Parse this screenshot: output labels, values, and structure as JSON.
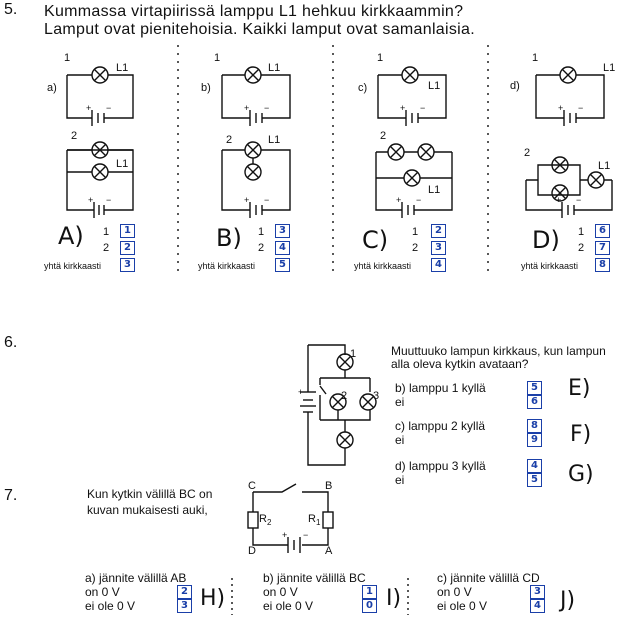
{
  "q5": {
    "number": "5.",
    "title_line1": "Kummassa virtapiirissä lamppu L1 hehkuu kirkkaammin?",
    "title_line2": "Lamput ovat pienitehoisia. Kaikki lamput ovat samanlaisia.",
    "panels": [
      {
        "letter": "a)",
        "top_label": "1",
        "lamp_label": "L1",
        "answer_letter": "A)",
        "row1": "1",
        "row2": "2",
        "brightest_label": "yhtä kirkkaasti",
        "box1": "1",
        "box2": "2",
        "box3": "3"
      },
      {
        "letter": "b)",
        "top_label": "1",
        "lamp_label": "L1",
        "answer_letter": "B)",
        "row1": "1",
        "row2": "2",
        "brightest_label": "yhtä kirkkaasti",
        "box1": "3",
        "box2": "4",
        "box3": "5"
      },
      {
        "letter": "c)",
        "top_label": "1",
        "lamp_label": "L1",
        "answer_letter": "C)",
        "row1": "1",
        "row2": "2",
        "brightest_label": "yhtä kirkkaasti",
        "box1": "2",
        "box2": "3",
        "box3": "4"
      },
      {
        "letter": "d)",
        "top_label": "1",
        "lamp_label": "L1",
        "answer_letter": "D)",
        "row1": "1",
        "row2": "2",
        "brightest_label": "yhtä kirkkaasti",
        "box1": "6",
        "box2": "7",
        "box3": "8"
      }
    ],
    "lower_label": "2"
  },
  "q6": {
    "number": "6.",
    "question_line1": "Muuttuuko lampun kirkkaus, kun lampun",
    "question_line2": "alla oleva kytkin avataan?",
    "items": [
      {
        "label": "b) lamppu 1  kyllä",
        "no": "ei",
        "box1": "5",
        "box2": "6",
        "answer": "E)"
      },
      {
        "label": "c) lamppu 2  kyllä",
        "no": "ei",
        "box1": "8",
        "box2": "9",
        "answer": "F)"
      },
      {
        "label": "d) lamppu 3  kyllä",
        "no": "ei",
        "box1": "4",
        "box2": "5",
        "answer": "G)"
      }
    ],
    "lamp_labels": [
      "1",
      "2",
      "3"
    ]
  },
  "q7": {
    "number": "7.",
    "text_line1": "Kun kytkin välillä BC on",
    "text_line2": "kuvan mukaisesti auki,",
    "nodes": {
      "a": "A",
      "b": "B",
      "c": "C",
      "d": "D"
    },
    "resistors": {
      "r1": "R",
      "r1_sub": "1",
      "r2": "R",
      "r2_sub": "2"
    },
    "parts": [
      {
        "label": "a) jännite välillä AB",
        "yes": "on 0 V",
        "no": "ei ole 0 V",
        "box1": "2",
        "box2": "3",
        "answer": "H)"
      },
      {
        "label": "b) jännite välillä BC",
        "yes": "on 0 V",
        "no": "ei ole 0 V",
        "box1": "1",
        "box2": "0",
        "answer": "I)"
      },
      {
        "label": "c) jännite välillä CD",
        "yes": "on 0 V",
        "no": "ei ole 0 V",
        "box1": "3",
        "box2": "4",
        "answer": "J)"
      }
    ]
  }
}
